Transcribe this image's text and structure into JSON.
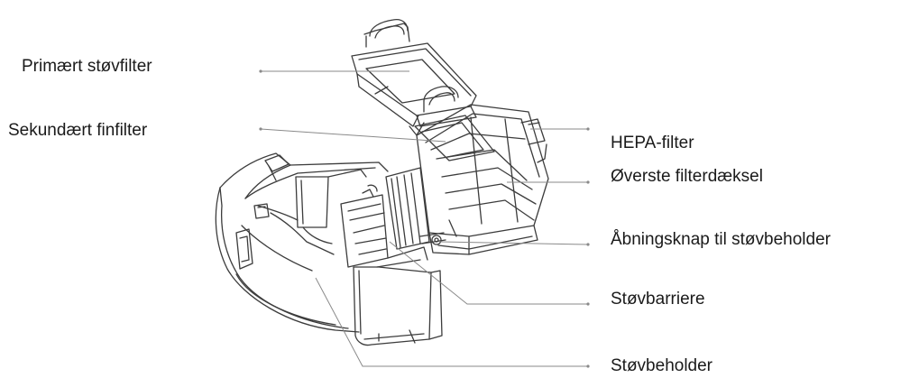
{
  "labels": {
    "primary_filter": "Primært støvfilter",
    "secondary_filter": "Sekundært finfilter",
    "hepa_filter": "HEPA-filter",
    "top_cover": "Øverste filterdæksel",
    "open_button": "Åbningsknap til støvbeholder",
    "dust_barrier": "Støvbarriere",
    "dust_bin": "Støvbeholder"
  },
  "colors": {
    "stroke": "#3c3c3c",
    "leader": "#8a8a8a",
    "text": "#1a1a1a"
  }
}
